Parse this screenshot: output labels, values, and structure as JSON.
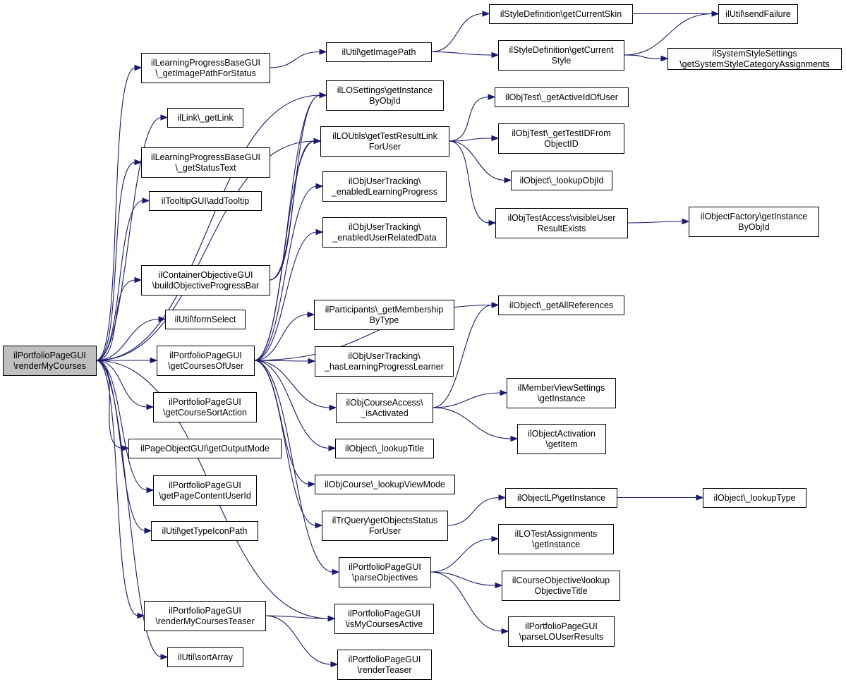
{
  "nodes": [
    {
      "id": "n0",
      "lines": [
        "ilPortfolioPageGUI",
        "\\renderMyCourses"
      ],
      "root": true
    },
    {
      "id": "n1",
      "lines": [
        "ilLearningProgressBaseGUI",
        "\\_getImagePathForStatus"
      ]
    },
    {
      "id": "n2",
      "lines": [
        "ilLink\\_getLink"
      ]
    },
    {
      "id": "n3",
      "lines": [
        "ilLearningProgressBaseGUI",
        "\\_getStatusText"
      ]
    },
    {
      "id": "n4",
      "lines": [
        "ilTooltipGUI\\addTooltip"
      ]
    },
    {
      "id": "n5",
      "lines": [
        "ilContainerObjectiveGUI",
        "\\buildObjectiveProgressBar"
      ]
    },
    {
      "id": "n6",
      "lines": [
        "ilUtil\\formSelect"
      ]
    },
    {
      "id": "n7",
      "lines": [
        "ilPortfolioPageGUI",
        "\\getCoursesOfUser"
      ]
    },
    {
      "id": "n8",
      "lines": [
        "ilPortfolioPageGUI",
        "\\getCourseSortAction"
      ]
    },
    {
      "id": "n9",
      "lines": [
        "ilPageObjectGUI\\getOutputMode"
      ]
    },
    {
      "id": "n10",
      "lines": [
        "ilPortfolioPageGUI",
        "\\getPageContentUserId"
      ]
    },
    {
      "id": "n11",
      "lines": [
        "ilUtil\\getTypeIconPath"
      ]
    },
    {
      "id": "n12",
      "lines": [
        "ilPortfolioPageGUI",
        "\\renderMyCoursesTeaser"
      ]
    },
    {
      "id": "n13",
      "lines": [
        "ilUtil\\sortArray"
      ]
    },
    {
      "id": "n14",
      "lines": [
        "ilUtil\\getImagePath"
      ]
    },
    {
      "id": "n15",
      "lines": [
        "ilLOSettings\\getInstance",
        "ByObjId"
      ]
    },
    {
      "id": "n16",
      "lines": [
        "ilLOUtils\\getTestResultLink",
        "ForUser"
      ]
    },
    {
      "id": "n17",
      "lines": [
        "ilObjUserTracking\\",
        "_enabledLearningProgress"
      ]
    },
    {
      "id": "n18",
      "lines": [
        "ilObjUserTracking\\",
        "_enabledUserRelatedData"
      ]
    },
    {
      "id": "n19",
      "lines": [
        "ilParticipants\\_getMembership",
        "ByType"
      ]
    },
    {
      "id": "n20",
      "lines": [
        "ilObjUserTracking\\",
        "_hasLearningProgressLearner"
      ]
    },
    {
      "id": "n21",
      "lines": [
        "ilObjCourseAccess\\",
        "_isActivated"
      ]
    },
    {
      "id": "n22",
      "lines": [
        "ilObject\\_lookupTitle"
      ]
    },
    {
      "id": "n23",
      "lines": [
        "ilObjCourse\\_lookupViewMode"
      ]
    },
    {
      "id": "n24",
      "lines": [
        "ilTrQuery\\getObjectsStatus",
        "ForUser"
      ]
    },
    {
      "id": "n25",
      "lines": [
        "ilPortfolioPageGUI",
        "\\parseObjectives"
      ]
    },
    {
      "id": "n26",
      "lines": [
        "ilPortfolioPageGUI",
        "\\isMyCoursesActive"
      ]
    },
    {
      "id": "n27",
      "lines": [
        "ilPortfolioPageGUI",
        "\\renderTeaser"
      ]
    },
    {
      "id": "n28",
      "lines": [
        "ilStyleDefinition\\getCurrentSkin"
      ]
    },
    {
      "id": "n29",
      "lines": [
        "ilStyleDefinition\\getCurrent",
        "Style"
      ]
    },
    {
      "id": "n30",
      "lines": [
        "ilObjTest\\_getActiveIdOfUser"
      ]
    },
    {
      "id": "n31",
      "lines": [
        "ilObjTest\\_getTestIDFrom",
        "ObjectID"
      ]
    },
    {
      "id": "n32",
      "lines": [
        "ilObject\\_lookupObjId"
      ]
    },
    {
      "id": "n33",
      "lines": [
        "ilObjTestAccess\\visibleUser",
        "ResultExists"
      ]
    },
    {
      "id": "n34",
      "lines": [
        "ilObject\\_getAllReferences"
      ]
    },
    {
      "id": "n35",
      "lines": [
        "ilMemberViewSettings",
        "\\getInstance"
      ]
    },
    {
      "id": "n36",
      "lines": [
        "ilObjectActivation",
        "\\getItem"
      ]
    },
    {
      "id": "n37",
      "lines": [
        "ilObjectLP\\getInstance"
      ]
    },
    {
      "id": "n38",
      "lines": [
        "ilLOTestAssignments",
        "\\getInstance"
      ]
    },
    {
      "id": "n39",
      "lines": [
        "ilCourseObjective\\lookup",
        "ObjectiveTitle"
      ]
    },
    {
      "id": "n40",
      "lines": [
        "ilPortfolioPageGUI",
        "\\parseLOUserResults"
      ]
    },
    {
      "id": "n41",
      "lines": [
        "ilUtil\\sendFailure"
      ]
    },
    {
      "id": "n42",
      "lines": [
        "ilSystemStyleSettings",
        "\\getSystemStyleCategoryAssignments"
      ]
    },
    {
      "id": "n43",
      "lines": [
        "ilObjectFactory\\getInstance",
        "ByObjId"
      ]
    },
    {
      "id": "n44",
      "lines": [
        "ilObject\\_lookupType"
      ]
    }
  ],
  "edges": [
    [
      "n0",
      "n1"
    ],
    [
      "n0",
      "n2"
    ],
    [
      "n0",
      "n3"
    ],
    [
      "n0",
      "n4"
    ],
    [
      "n0",
      "n5"
    ],
    [
      "n0",
      "n6"
    ],
    [
      "n0",
      "n7"
    ],
    [
      "n0",
      "n8"
    ],
    [
      "n0",
      "n9"
    ],
    [
      "n0",
      "n10"
    ],
    [
      "n0",
      "n11"
    ],
    [
      "n0",
      "n12"
    ],
    [
      "n0",
      "n13"
    ],
    [
      "n0",
      "n26"
    ],
    [
      "n0",
      "n15"
    ],
    [
      "n0",
      "n16"
    ],
    [
      "n1",
      "n14"
    ],
    [
      "n14",
      "n28"
    ],
    [
      "n14",
      "n29"
    ],
    [
      "n29",
      "n41"
    ],
    [
      "n29",
      "n42"
    ],
    [
      "n28",
      "n41"
    ],
    [
      "n5",
      "n15"
    ],
    [
      "n5",
      "n16"
    ],
    [
      "n16",
      "n30"
    ],
    [
      "n16",
      "n31"
    ],
    [
      "n16",
      "n32"
    ],
    [
      "n16",
      "n33"
    ],
    [
      "n33",
      "n43"
    ],
    [
      "n7",
      "n15"
    ],
    [
      "n7",
      "n16"
    ],
    [
      "n7",
      "n17"
    ],
    [
      "n7",
      "n18"
    ],
    [
      "n7",
      "n19"
    ],
    [
      "n7",
      "n20"
    ],
    [
      "n7",
      "n21"
    ],
    [
      "n7",
      "n22"
    ],
    [
      "n7",
      "n23"
    ],
    [
      "n7",
      "n24"
    ],
    [
      "n7",
      "n25"
    ],
    [
      "n7",
      "n34"
    ],
    [
      "n21",
      "n34"
    ],
    [
      "n21",
      "n35"
    ],
    [
      "n21",
      "n36"
    ],
    [
      "n24",
      "n37"
    ],
    [
      "n37",
      "n44"
    ],
    [
      "n25",
      "n38"
    ],
    [
      "n25",
      "n39"
    ],
    [
      "n25",
      "n40"
    ],
    [
      "n12",
      "n26"
    ],
    [
      "n12",
      "n27"
    ]
  ]
}
